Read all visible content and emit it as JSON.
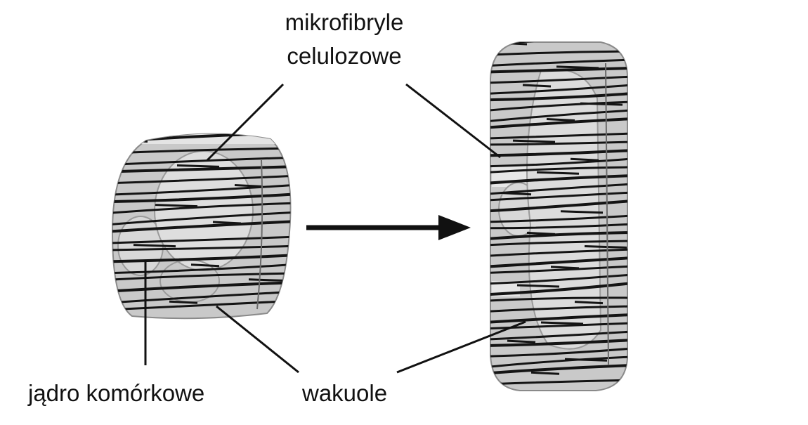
{
  "labels": {
    "microfibrils_line1": "mikrofibryle",
    "microfibrils_line2": "celulozowe",
    "nucleus": "jądro komórkowe",
    "vacuoles": "wakuole"
  },
  "colors": {
    "cell_fill": "#c9c9c9",
    "cell_light": "#e4e4e4",
    "fibril": "#141414",
    "pointer": "#111111"
  }
}
